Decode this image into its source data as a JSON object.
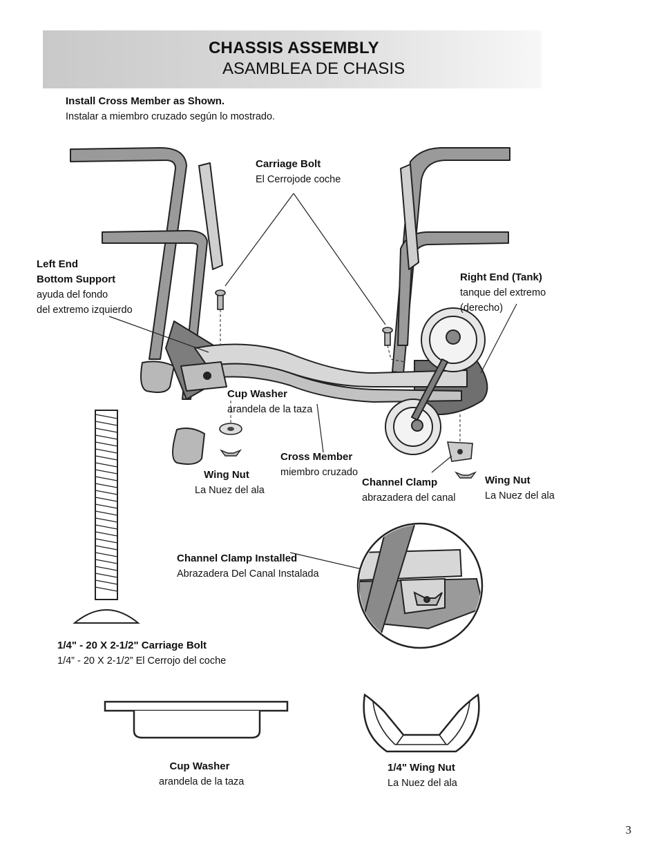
{
  "header": {
    "title_en": "CHASSIS ASSEMBLY",
    "title_es": "ASAMBLEA DE CHASIS"
  },
  "instruction": {
    "en": "Install Cross Member as Shown.",
    "es": "Instalar a miembro cruzado según lo mostrado."
  },
  "labels": {
    "carriage_bolt": {
      "en": "Carriage Bolt",
      "es": "El Cerrojode coche"
    },
    "left_end": {
      "en1": "Left End",
      "en2": "Bottom Support",
      "es1": "ayuda del fondo",
      "es2": "del extremo izquierdo"
    },
    "right_end": {
      "en": "Right End (Tank)",
      "es1": "tanque del extremo",
      "es2": "(derecho)"
    },
    "cup_washer": {
      "en": "Cup Washer",
      "es": "arandela de la taza"
    },
    "cross_member": {
      "en": "Cross Member",
      "es": "miembro cruzado"
    },
    "wing_nut_left": {
      "en": "Wing Nut",
      "es": "La Nuez del ala"
    },
    "channel_clamp": {
      "en": "Channel Clamp",
      "es": "abrazadera del canal"
    },
    "wing_nut_right": {
      "en": "Wing Nut",
      "es": "La Nuez del ala"
    },
    "clamp_installed": {
      "en": "Channel Clamp Installed",
      "es": "Abrazadera Del Canal Instalada"
    },
    "bolt_spec": {
      "en": "1/4\" - 20 X 2-1/2\" Carriage Bolt",
      "es": "1/4” - 20 X 2-1/2” El Cerrojo del coche"
    },
    "cup_washer_detail": {
      "en": "Cup Washer",
      "es": "arandela de la taza"
    },
    "wing_nut_detail": {
      "en": "1/4\" Wing Nut",
      "es": "La Nuez del ala"
    }
  },
  "page_number": "3"
}
